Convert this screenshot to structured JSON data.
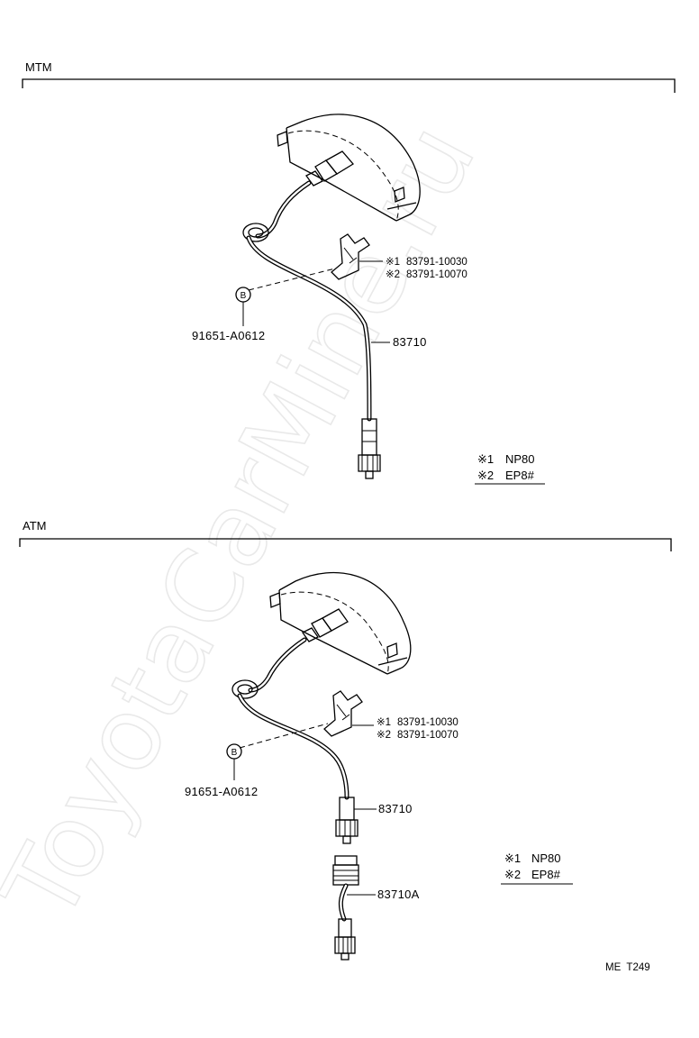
{
  "watermark": "ToyotaCarMine.ru",
  "sections": [
    {
      "id": "mtm",
      "title": "MTM",
      "callouts": {
        "bolt_symbol": "B",
        "bolt_part": "91651-A0612",
        "cable_part": "83710",
        "clamp_parts": [
          {
            "mark": "※1",
            "number": "83791-10030"
          },
          {
            "mark": "※2",
            "number": "83791-10070"
          }
        ]
      },
      "legend": [
        {
          "mark": "※1",
          "code": "NP80"
        },
        {
          "mark": "※2",
          "code": "EP8#"
        }
      ]
    },
    {
      "id": "atm",
      "title": "ATM",
      "callouts": {
        "bolt_symbol": "B",
        "bolt_part": "91651-A0612",
        "cable_part": "83710",
        "extra_part": "83710A",
        "clamp_parts": [
          {
            "mark": "※1",
            "number": "83791-10030"
          },
          {
            "mark": "※2",
            "number": "83791-10070"
          }
        ]
      },
      "legend": [
        {
          "mark": "※1",
          "code": "NP80"
        },
        {
          "mark": "※2",
          "code": "EP8#"
        }
      ]
    }
  ],
  "footer_code": "ME  T249"
}
